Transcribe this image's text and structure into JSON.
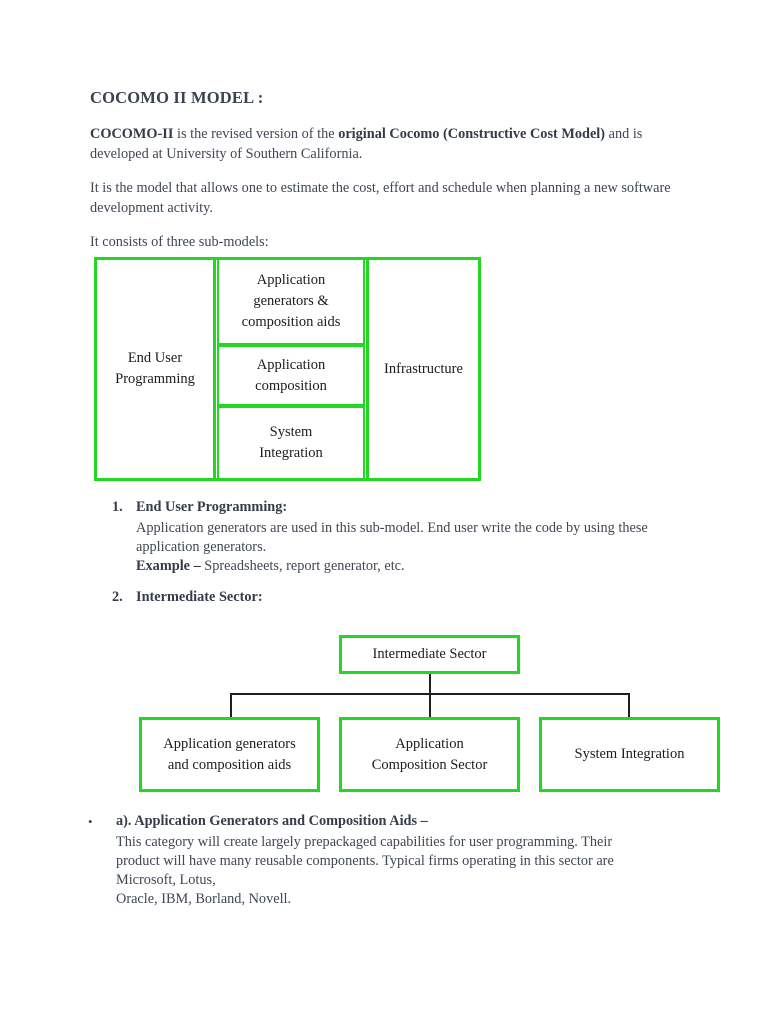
{
  "document": {
    "title": "COCOMO II  MODEL :",
    "paragraphs": [
      {
        "id": "intro",
        "lead": "COCOMO-II",
        "rest_1": " is the revised version of the ",
        "bold_2": "original Cocomo (Constructive Cost Model)",
        "rest_2": " and is developed at University of Southern California."
      },
      {
        "id": "definition",
        "text": " It is the model that allows one to estimate the cost, effort and schedule when planning a new software development activity."
      },
      {
        "id": "submodels-intro",
        "text": "It consists of three sub-models:"
      }
    ]
  },
  "diagram1": {
    "name": "cocomo-submodel-frame",
    "border_color": "#23d723",
    "left_column": "End User\nProgramming",
    "left_column_line1": "End User",
    "left_column_line2": "Programming",
    "middle_cells": [
      "Application generators & composition aids",
      "Application composition",
      "System Integration"
    ],
    "middle_cell_lines": [
      [
        "Application",
        "generators &",
        "composition aids"
      ],
      [
        "Application",
        "composition"
      ],
      [
        "System",
        "Integration"
      ]
    ],
    "right_column": "Infrastructure"
  },
  "list": {
    "items": [
      {
        "number": "1.",
        "heading": "End User Programming:",
        "body": "Application generators are used in this sub-model. End user write the code by using these application generators.",
        "example_label": "Example –",
        "example_text": " Spreadsheets, report generator, etc."
      },
      {
        "number": "2.",
        "heading": "Intermediate Sector:",
        "body": "",
        "example_label": "",
        "example_text": ""
      }
    ]
  },
  "diagram2": {
    "name": "intermediate-sector-tree",
    "border_color": "#23d723",
    "connector_color": "#1f1f1f",
    "root": "Intermediate Sector",
    "children": [
      {
        "line1": "Application generators",
        "line2": "and composition aids"
      },
      {
        "line1": "Application",
        "line2": "Composition Sector"
      },
      {
        "line1": "System Integration",
        "line2": ""
      }
    ]
  },
  "bullet": {
    "marker": "•",
    "heading": "a). Application Generators and Composition Aids –",
    "body_line1": "This category will create largely prepackaged capabilities for user programming. Their",
    "body_line2": "product will have many reusable components. Typical firms operating in this sector are",
    "body_line3": "Microsoft, Lotus,",
    "body_line4": "Oracle, IBM, Borland, Novell."
  }
}
